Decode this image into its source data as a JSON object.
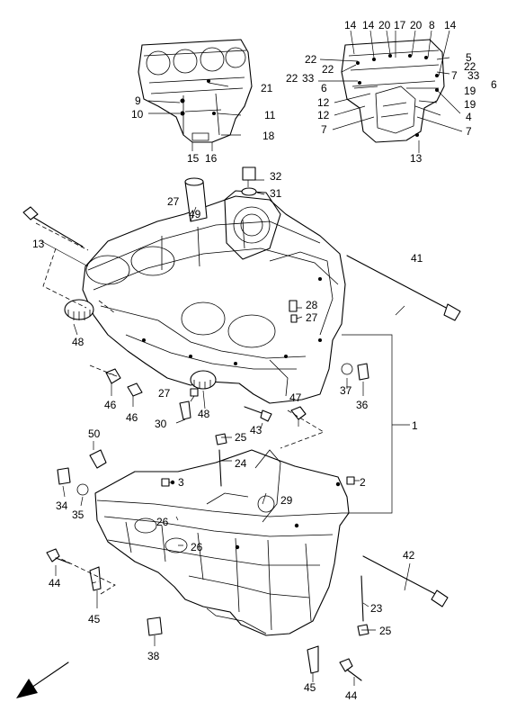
{
  "callouts": [
    "14",
    "14",
    "20",
    "17",
    "20",
    "8",
    "14",
    "22",
    "5",
    "22",
    "22",
    "7",
    "33",
    "22",
    "33",
    "6",
    "6",
    "19",
    "12",
    "19",
    "12",
    "4",
    "7",
    "7",
    "13",
    "21",
    "9",
    "10",
    "11",
    "18",
    "15",
    "16",
    "32",
    "31",
    "27",
    "49",
    "13",
    "41",
    "28",
    "27",
    "48",
    "1",
    "37",
    "36",
    "47",
    "46",
    "46",
    "27",
    "48",
    "30",
    "43",
    "25",
    "50",
    "24",
    "3",
    "2",
    "34",
    "35",
    "26",
    "29",
    "26",
    "42",
    "44",
    "23",
    "45",
    "25",
    "38",
    "45",
    "44"
  ]
}
